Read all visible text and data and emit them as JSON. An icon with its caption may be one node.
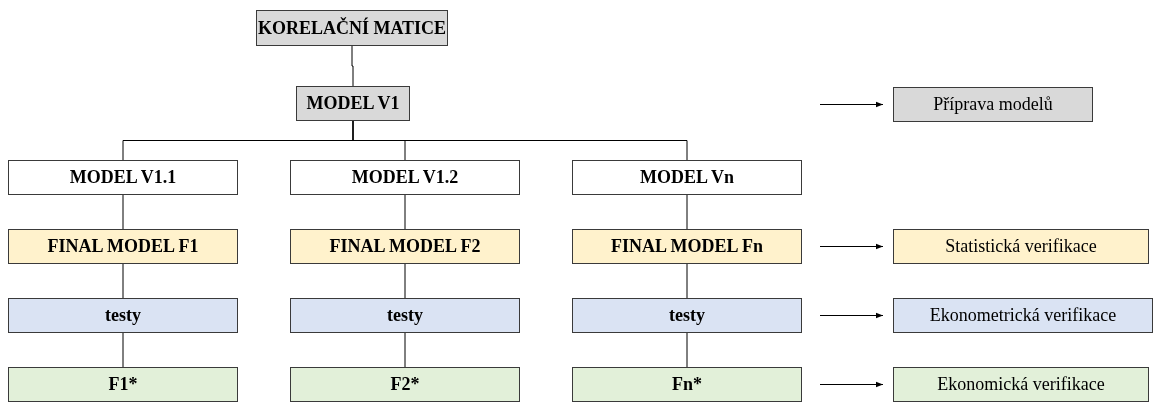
{
  "diagram": {
    "nodes": [
      {
        "text": [
          "KORELAČNÍ MATICE"
        ]
      },
      {
        "text": [
          "MODEL V1"
        ]
      },
      {
        "text": [
          "Příprava modelů"
        ]
      },
      {
        "text": [
          "MODEL V1.1"
        ]
      },
      {
        "text": [
          "MODEL V1.2"
        ]
      },
      {
        "text": [
          "MODEL Vn"
        ]
      },
      {
        "text": [
          "FINAL MODEL F1"
        ]
      },
      {
        "text": [
          "FINAL MODEL F2"
        ]
      },
      {
        "text": [
          "FINAL MODEL Fn"
        ]
      },
      {
        "text": [
          "Statistická verifikace"
        ]
      },
      {
        "text": [
          "testy"
        ]
      },
      {
        "text": [
          "testy"
        ]
      },
      {
        "text": [
          "testy"
        ]
      },
      {
        "text": [
          "Ekonometrická verifikace"
        ]
      },
      {
        "text": [
          "F1*"
        ]
      },
      {
        "text": [
          "F2*"
        ]
      },
      {
        "text": [
          "Fn*"
        ]
      },
      {
        "text": [
          "Ekonomická verifikace"
        ]
      }
    ],
    "edges": [
      {
        "from": 0,
        "to": 1,
        "arrow": "none"
      },
      {
        "from": 1,
        "to": 3,
        "arrow": "none"
      },
      {
        "from": 1,
        "to": 4,
        "arrow": "none"
      },
      {
        "from": 1,
        "to": 5,
        "arrow": "none"
      },
      {
        "from": 3,
        "to": 6,
        "arrow": "none"
      },
      {
        "from": 4,
        "to": 7,
        "arrow": "none"
      },
      {
        "from": 5,
        "to": 8,
        "arrow": "none"
      },
      {
        "from": 6,
        "to": 10,
        "arrow": "none"
      },
      {
        "from": 7,
        "to": 11,
        "arrow": "none"
      },
      {
        "from": 8,
        "to": 12,
        "arrow": "none"
      },
      {
        "from": 10,
        "to": 14,
        "arrow": "none"
      },
      {
        "from": 11,
        "to": 15,
        "arrow": "none"
      },
      {
        "from": 12,
        "to": 16,
        "arrow": "none"
      },
      {
        "from": null,
        "to": 2,
        "arrow": "to"
      },
      {
        "from": null,
        "to": 9,
        "arrow": "to"
      },
      {
        "from": null,
        "to": 13,
        "arrow": "to"
      },
      {
        "from": null,
        "to": 17,
        "arrow": "to"
      }
    ]
  }
}
